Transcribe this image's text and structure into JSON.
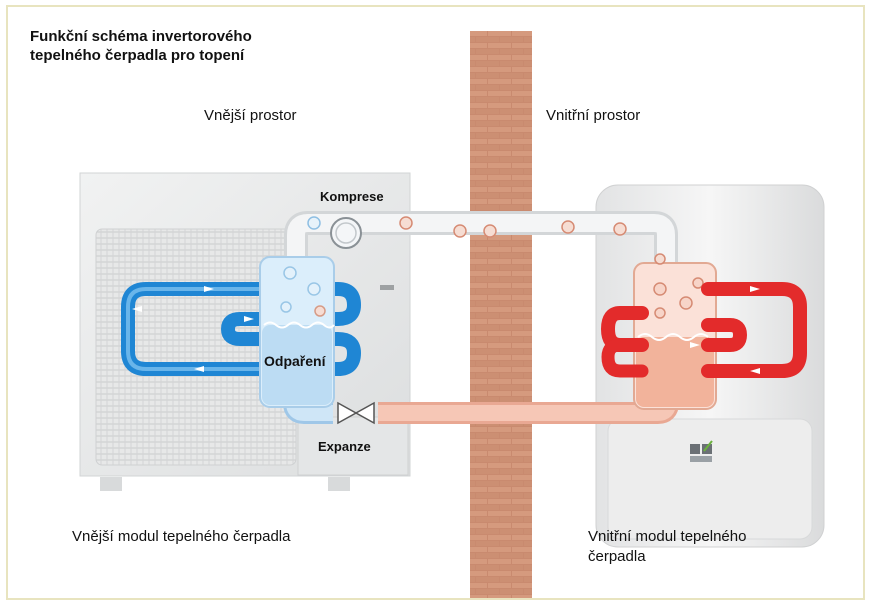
{
  "title": "Funkční schéma invertorového\ntepelného čerpadla pro topení",
  "labels": {
    "outdoor_space": "Vnější prostor",
    "indoor_space": "Vnitřní prostor",
    "compression": "Komprese",
    "evaporation": "Odpaření",
    "expansion": "Expanze",
    "outdoor_module": "Vnější modul tepelného čerpadla",
    "indoor_module": "Vnitřní modul tepelného\nčerpadla"
  },
  "colors": {
    "wall": "#c9826b",
    "cold_loop": "#1f86d4",
    "hot_loop": "#e32b2b",
    "cold_pipe": "#cfe6f7",
    "hot_pipe": "#f6c7b6",
    "frame_border": "#e8e4bf"
  },
  "icons": {
    "compressor": "compressor-icon",
    "expansion_valve": "valve-icon",
    "flow_arrow": "arrow-icon",
    "logo": "logo-icon"
  }
}
